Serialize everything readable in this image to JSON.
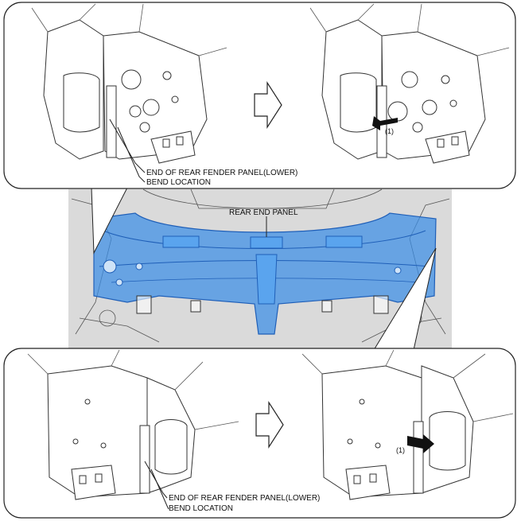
{
  "center_label": "REAR END PANEL",
  "top_callout": {
    "label_end": "END OF REAR FENDER PANEL(LOWER)",
    "label_bend": "BEND LOCATION",
    "step_number": "(1)"
  },
  "bottom_callout": {
    "label_end": "END OF REAR FENDER PANEL(LOWER)",
    "label_bend": "BEND LOCATION",
    "step_number": "(1)"
  },
  "colors": {
    "panel_highlight": "#3a8ee6",
    "panel_highlight_dark": "#1f5fb8",
    "background_photo": "#d8d8d8",
    "callout_border": "#222222"
  },
  "icons": [
    "right-arrow-icon",
    "bend-arrow-icon"
  ]
}
